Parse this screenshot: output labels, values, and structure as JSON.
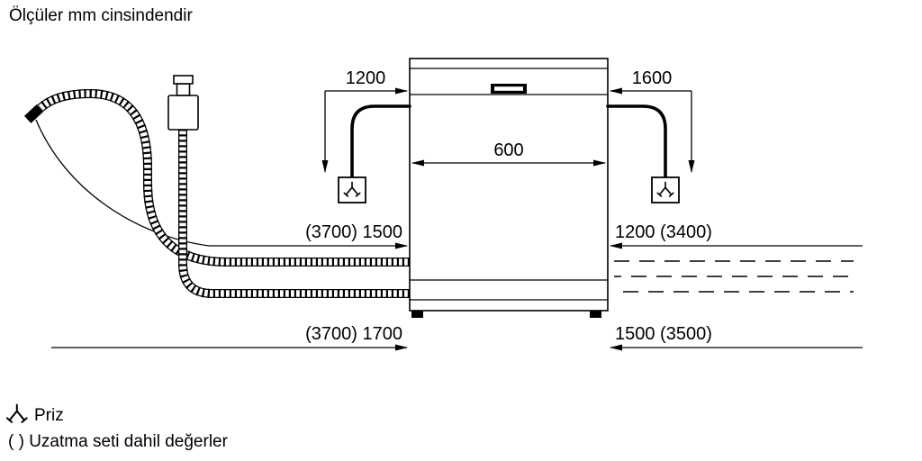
{
  "title": "Ölçüler mm cinsindendir",
  "colors": {
    "ink": "#000000",
    "background": "#ffffff"
  },
  "appliance": {
    "width": "600"
  },
  "left_side": {
    "socket_distance": "1200",
    "drain_hose_length": "(3700) 1500",
    "supply_hose_length": "(3700) 1700"
  },
  "right_side": {
    "socket_distance": "1600",
    "cable_length_mid": "1200 (3400)",
    "cable_length_bottom": "1500 (3500)"
  },
  "legend": {
    "socket": "Priz",
    "parentheses_note": "( ) Uzatma seti dahil değerler"
  },
  "icons": {
    "socket": "socket-icon"
  }
}
